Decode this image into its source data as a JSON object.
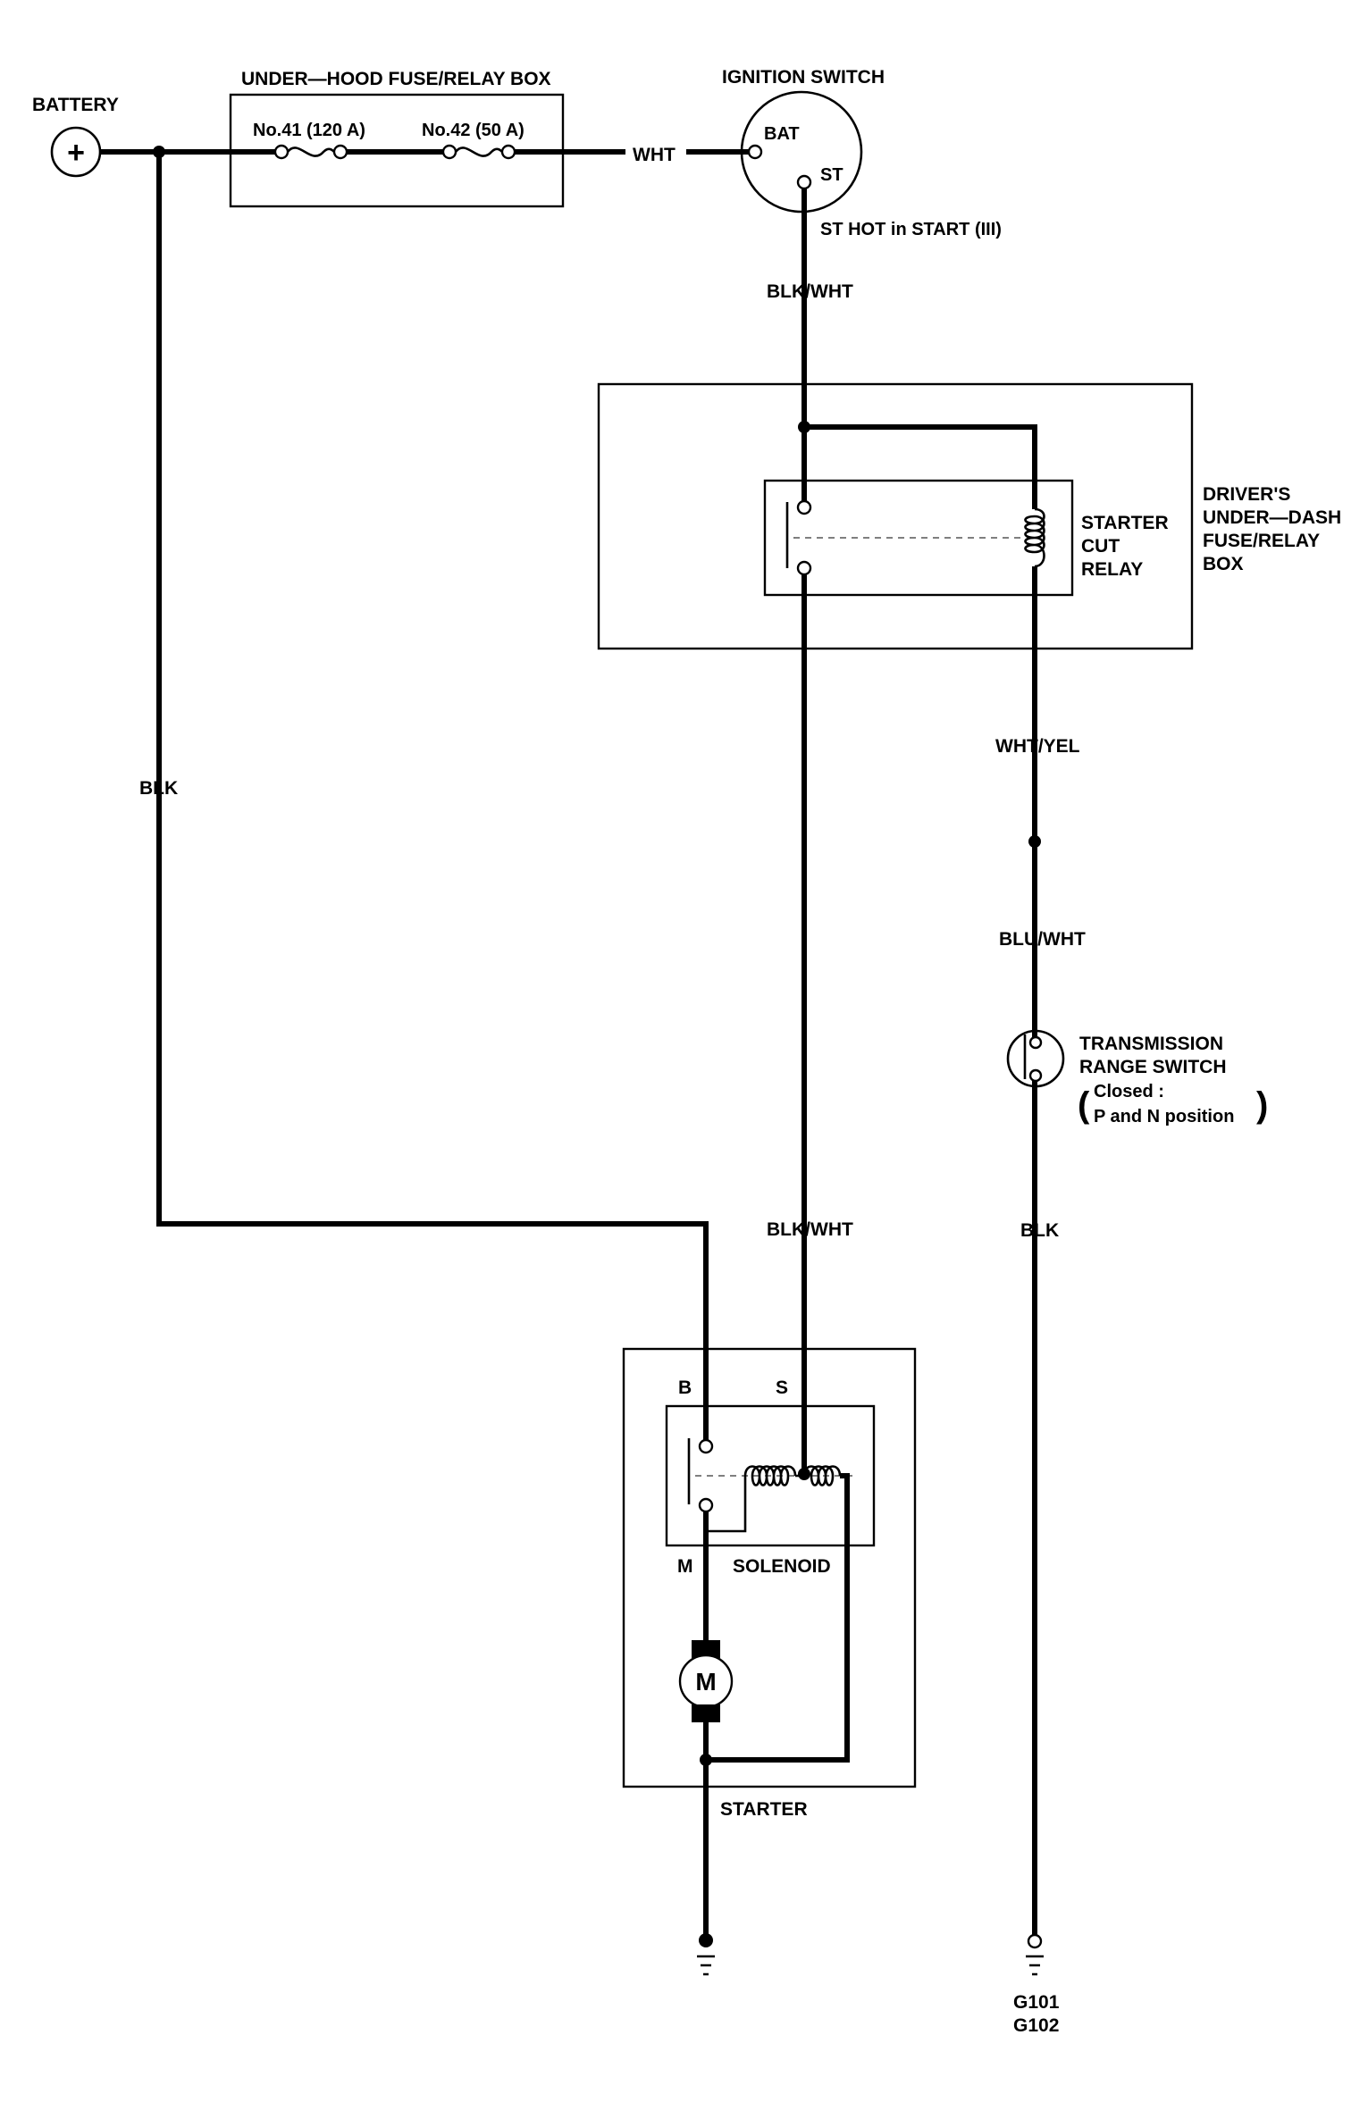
{
  "battery": {
    "label": "BATTERY",
    "symbol": "+"
  },
  "fuse_box": {
    "title": "UNDER—HOOD FUSE/RELAY BOX",
    "fuse_41": "No.41 (120 A)",
    "fuse_42": "No.42 (50 A)"
  },
  "ignition": {
    "title": "IGNITION SWITCH",
    "bat": "BAT",
    "st": "ST",
    "note": "ST HOT in START (III)"
  },
  "dash_box": {
    "title_lines": [
      "DRIVER'S",
      "UNDER—DASH",
      "FUSE/RELAY",
      "BOX"
    ],
    "relay_lines": [
      "STARTER",
      "CUT",
      "RELAY"
    ]
  },
  "wires": {
    "wht": "WHT",
    "blk_wht_top": "BLK/WHT",
    "blk_left": "BLK",
    "wht_yel": "WHT/YEL",
    "blu_wht": "BLU/WHT",
    "blk_wht_bottom": "BLK/WHT",
    "blk_right": "BLK"
  },
  "trs": {
    "title_lines": [
      "TRANSMISSION",
      "RANGE SWITCH"
    ],
    "closed": "Closed :",
    "positions": "P and N position"
  },
  "starter": {
    "b": "B",
    "s": "S",
    "m": "M",
    "solenoid": "SOLENOID",
    "motor": "M",
    "label": "STARTER"
  },
  "ground": {
    "g101": "G101",
    "g102": "G102"
  }
}
